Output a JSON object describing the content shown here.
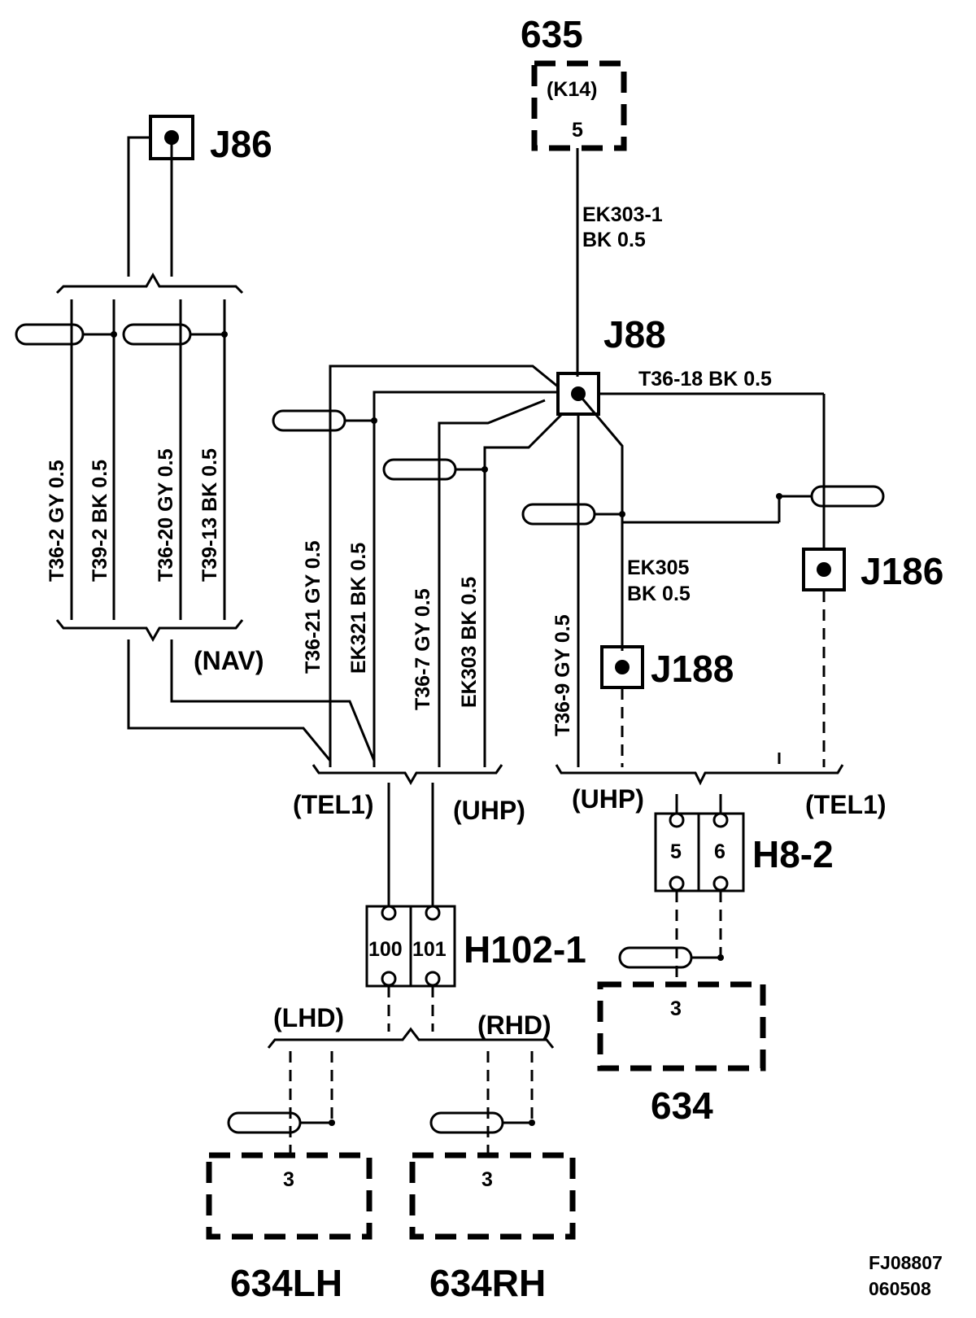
{
  "components": {
    "c635": "635",
    "c635_ref": "(K14)",
    "c635_pin": "5",
    "c634": "634",
    "c634_pin": "3",
    "c634lh": "634LH",
    "c634lh_pin": "3",
    "c634rh": "634RH",
    "c634rh_pin": "3"
  },
  "junctions": {
    "j86": "J86",
    "j88": "J88",
    "j186": "J186",
    "j188": "J188"
  },
  "connectors": {
    "h8_2": "H8-2",
    "h8_2_pin_a": "5",
    "h8_2_pin_b": "6",
    "h102_1": "H102-1",
    "h102_1_pin_a": "100",
    "h102_1_pin_b": "101"
  },
  "wires": {
    "ek303_1_line1": "EK303-1",
    "ek303_1_line2": "BK    0.5",
    "t36_18": "T36-18 BK  0.5",
    "ek305_line1": "EK305",
    "ek305_line2": "BK     0.5",
    "t36_2": "T36-2  GY  0.5",
    "t39_2": "T39-2  BK  0.5",
    "t36_20": "T36-20  GY  0.5",
    "t39_13": "T39-13  BK  0.5",
    "t36_21": "T36-21 GY  0.5",
    "ek321": "EK321  BK  0.5",
    "t36_7": "T36-7  GY  0.5",
    "ek303": "EK303  BK  0.5",
    "t36_9": "T36-9  GY  0.5"
  },
  "variants": {
    "nav": "(NAV)",
    "tel1_left": "(TEL1)",
    "uhp_left": "(UHP)",
    "uhp_right": "(UHP)",
    "tel1_right": "(TEL1)",
    "lhd": "(LHD)",
    "rhd": "(RHD)"
  },
  "footer": {
    "code": "FJ08807",
    "date": "060508"
  }
}
